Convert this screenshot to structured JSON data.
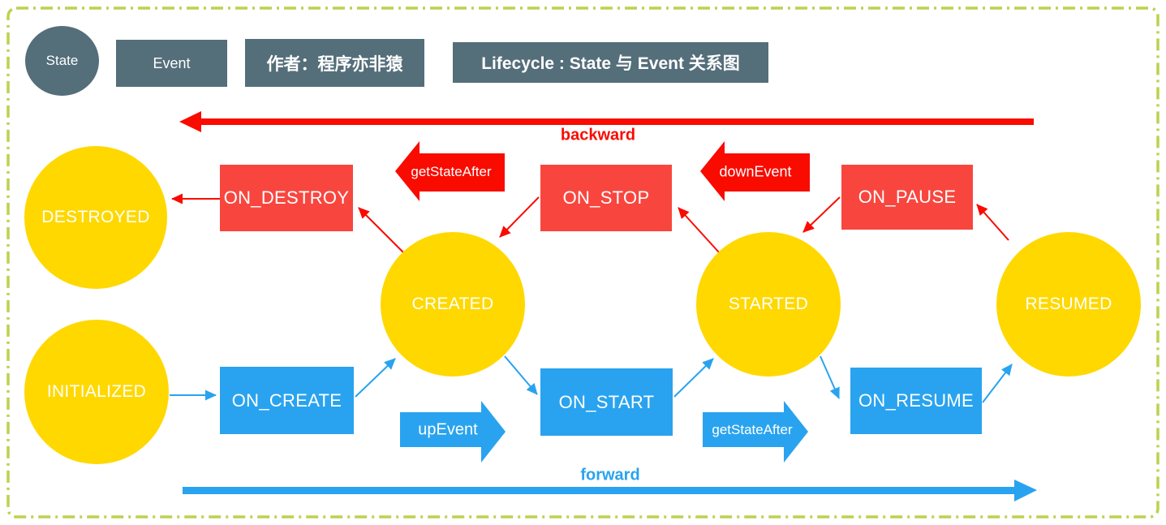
{
  "header": {
    "state_badge": "State",
    "event_badge": "Event",
    "author_badge": "作者：程序亦非猿",
    "title_badge": "Lifecycle : State 与 Event 关系图"
  },
  "states": {
    "destroyed": "DESTROYED",
    "initialized": "INITIALIZED",
    "created": "CREATED",
    "started": "STARTED",
    "resumed": "RESUMED"
  },
  "events": {
    "on_destroy": "ON_DESTROY",
    "on_stop": "ON_STOP",
    "on_pause": "ON_PAUSE",
    "on_create": "ON_CREATE",
    "on_start": "ON_START",
    "on_resume": "ON_RESUME"
  },
  "method_labels": {
    "get_state_after_backward": "getStateAfter",
    "down_event": "downEvent",
    "up_event": "upEvent",
    "get_state_after_forward": "getStateAfter"
  },
  "direction_labels": {
    "backward": "backward",
    "forward": "forward"
  },
  "colors": {
    "state_yellow": "#FFD800",
    "backward_event_red": "#F8463F",
    "forward_event_blue": "#29A3EF",
    "arrow_red": "#F90B00",
    "arrow_blue": "#29A3EF",
    "legend_gray": "#546E7A",
    "border_green": "#BCD24F"
  }
}
